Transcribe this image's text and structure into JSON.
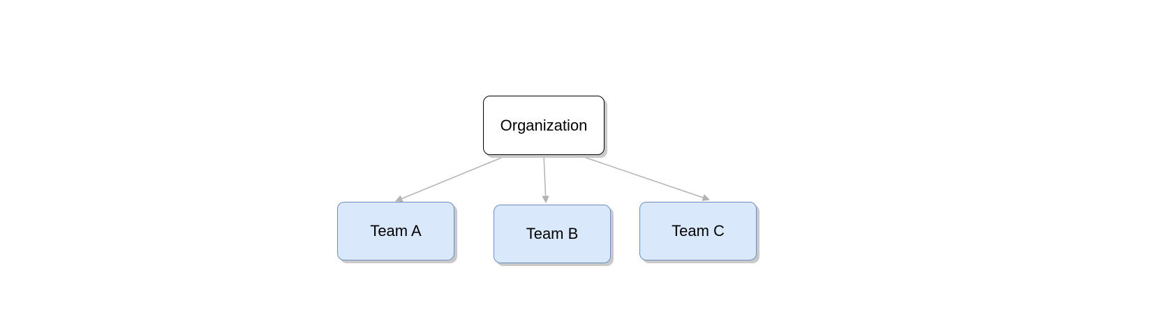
{
  "diagram": {
    "type": "org-tree",
    "root": {
      "label": "Organization"
    },
    "children": [
      {
        "label": "Team A"
      },
      {
        "label": "Team B"
      },
      {
        "label": "Team C"
      }
    ],
    "edges": [
      {
        "from": "Organization",
        "to": "Team A"
      },
      {
        "from": "Organization",
        "to": "Team B"
      },
      {
        "from": "Organization",
        "to": "Team C"
      }
    ]
  },
  "colors": {
    "background": "#ffffff",
    "root_fill": "#ffffff",
    "root_stroke": "#000000",
    "team_fill": "#dae8fc",
    "team_stroke": "#6c8ebf",
    "edge": "#b3b3b3",
    "shadow": "#c9c9c9"
  }
}
